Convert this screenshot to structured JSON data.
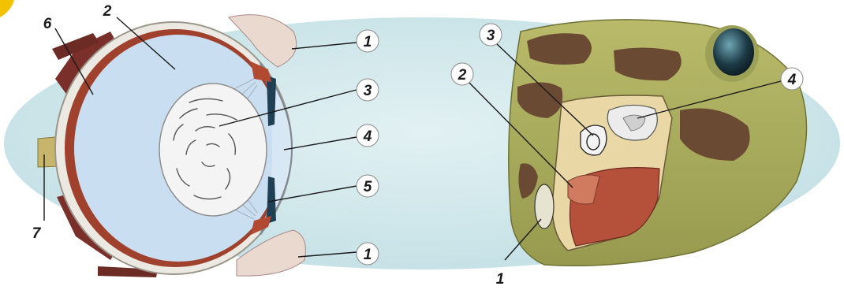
{
  "figure": {
    "eye_section": {
      "labels": [
        "1",
        "2",
        "3",
        "4",
        "5",
        "6",
        "7",
        "1"
      ]
    },
    "frog_ear_section": {
      "labels": [
        "3",
        "2",
        "4",
        "1"
      ]
    }
  },
  "colors": {
    "background_oval": "#cfe6ea",
    "vitreous": "#c9def0",
    "lens": "#f4f4f4",
    "sclera": "#ece9e2",
    "choroid": "#a0412e",
    "frog_skin": "#a9ad5e",
    "frog_spot": "#6b4a33",
    "frog_cavity": "#b5503a",
    "eyeball_dark": "#1d3a46"
  }
}
